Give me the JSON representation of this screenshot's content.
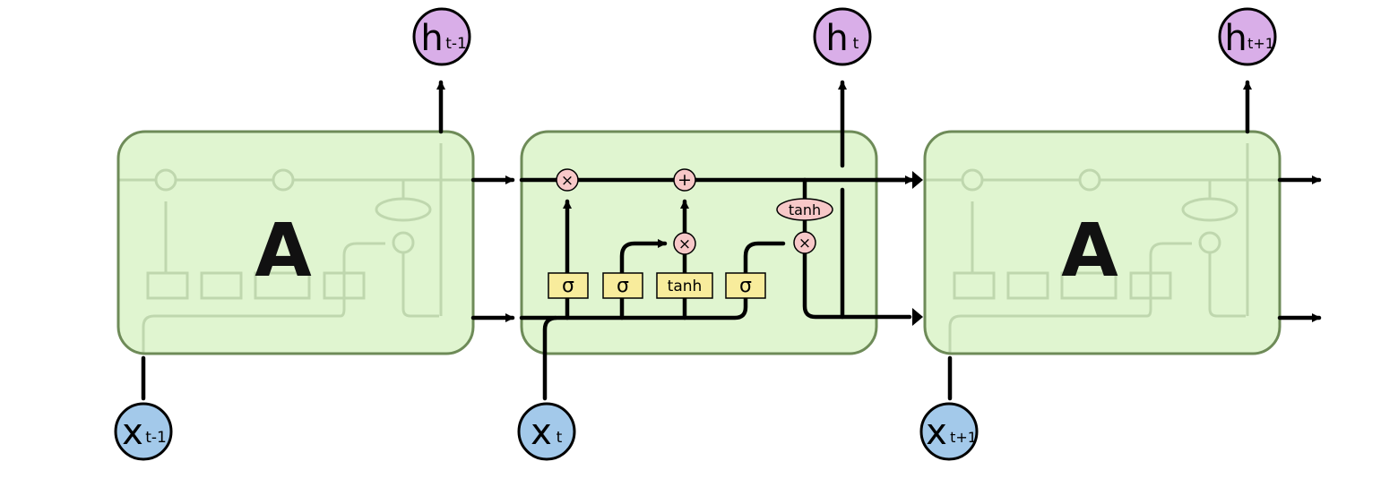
{
  "colors": {
    "cell_fill": "#e0f5d0",
    "cell_stroke": "#6e8b58",
    "gate_fill": "#f8ec9c",
    "op_fill": "#f7c8c8",
    "input_fill": "#a3c9ea",
    "output_fill": "#d9aee8",
    "line": "#000000"
  },
  "cells": [
    {
      "block_label": "A",
      "input": {
        "base": "x",
        "sub": "t-1"
      },
      "output": {
        "base": "h",
        "sub": "t-1"
      }
    },
    {
      "gates": [
        "σ",
        "σ",
        "tanh",
        "σ"
      ],
      "ops": {
        "forget": "×",
        "add": "+",
        "input": "×",
        "output": "×",
        "tanh": "tanh"
      },
      "input": {
        "base": "x",
        "sub": "t"
      },
      "output": {
        "base": "h",
        "sub": "t"
      }
    },
    {
      "block_label": "A",
      "input": {
        "base": "x",
        "sub": "t+1"
      },
      "output": {
        "base": "h",
        "sub": "t+1"
      }
    }
  ]
}
